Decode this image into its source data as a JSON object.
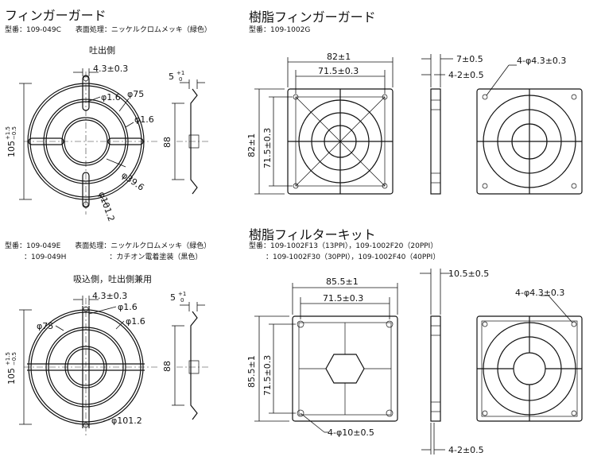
{
  "sections": {
    "metal_guard": {
      "title": "フィンガーガード",
      "model_line": "型番：109-049C　　表面処理：ニッケルクロムメッキ（緑色）",
      "side_label": "吐出側",
      "dims": {
        "hole_w": "4.3±0.3",
        "wire1": "φ1.6",
        "ring75": "φ75",
        "wire2": "φ1.6",
        "ring39": "φ39.6",
        "ring101": "φ101.2",
        "height": "105",
        "tol_plus": "+1.5",
        "tol_minus": "−0.5",
        "depth": "5",
        "depth_tol_plus": "+1",
        "depth_tol_minus": "0",
        "side_h": "88"
      }
    },
    "metal_guard_b": {
      "model_line_1": "型番：109-049E　　表面処理：ニッケルクロムメッキ（緑色）",
      "model_line_2": "：109-049H　　　　　　：カチオン電着塗装（黒色）",
      "side_label": "吸込側，吐出側兼用",
      "dims": {
        "hole_w": "4.3±0.3",
        "wire1": "φ1.6",
        "ring75": "φ75",
        "wire2": "φ1.6",
        "ring101": "φ101.2",
        "height": "105",
        "tol_plus": "+1.5",
        "tol_minus": "−0.5",
        "depth": "5",
        "depth_tol_plus": "+1",
        "depth_tol_minus": "0",
        "side_h": "88"
      }
    },
    "resin_guard": {
      "title": "樹脂フィンガーガード",
      "model_line": "型番：109-1002G",
      "dims": {
        "outer_w": "82±1",
        "inner_w": "71.5±0.3",
        "outer_h": "82±1",
        "inner_h": "71.5±0.3",
        "thickness": "7±0.5",
        "slot": "4-2±0.5",
        "holes": "4-φ4.3±0.3"
      }
    },
    "resin_filter": {
      "title": "樹脂フィルターキット",
      "model_line_1": "型番：109-1002F13（13PPI），109-1002F20（20PPI）",
      "model_line_2": "：109-1002F30（30PPI），109-1002F40（40PPI）",
      "dims": {
        "outer_w": "85.5±1",
        "inner_w": "71.5±0.3",
        "outer_h": "85.5±1",
        "inner_h": "71.5±0.3",
        "thickness": "10.5±0.5",
        "holes": "4-φ4.3±0.3",
        "holes_front": "4-φ10±0.5",
        "slot": "4-2±0.5"
      }
    }
  }
}
